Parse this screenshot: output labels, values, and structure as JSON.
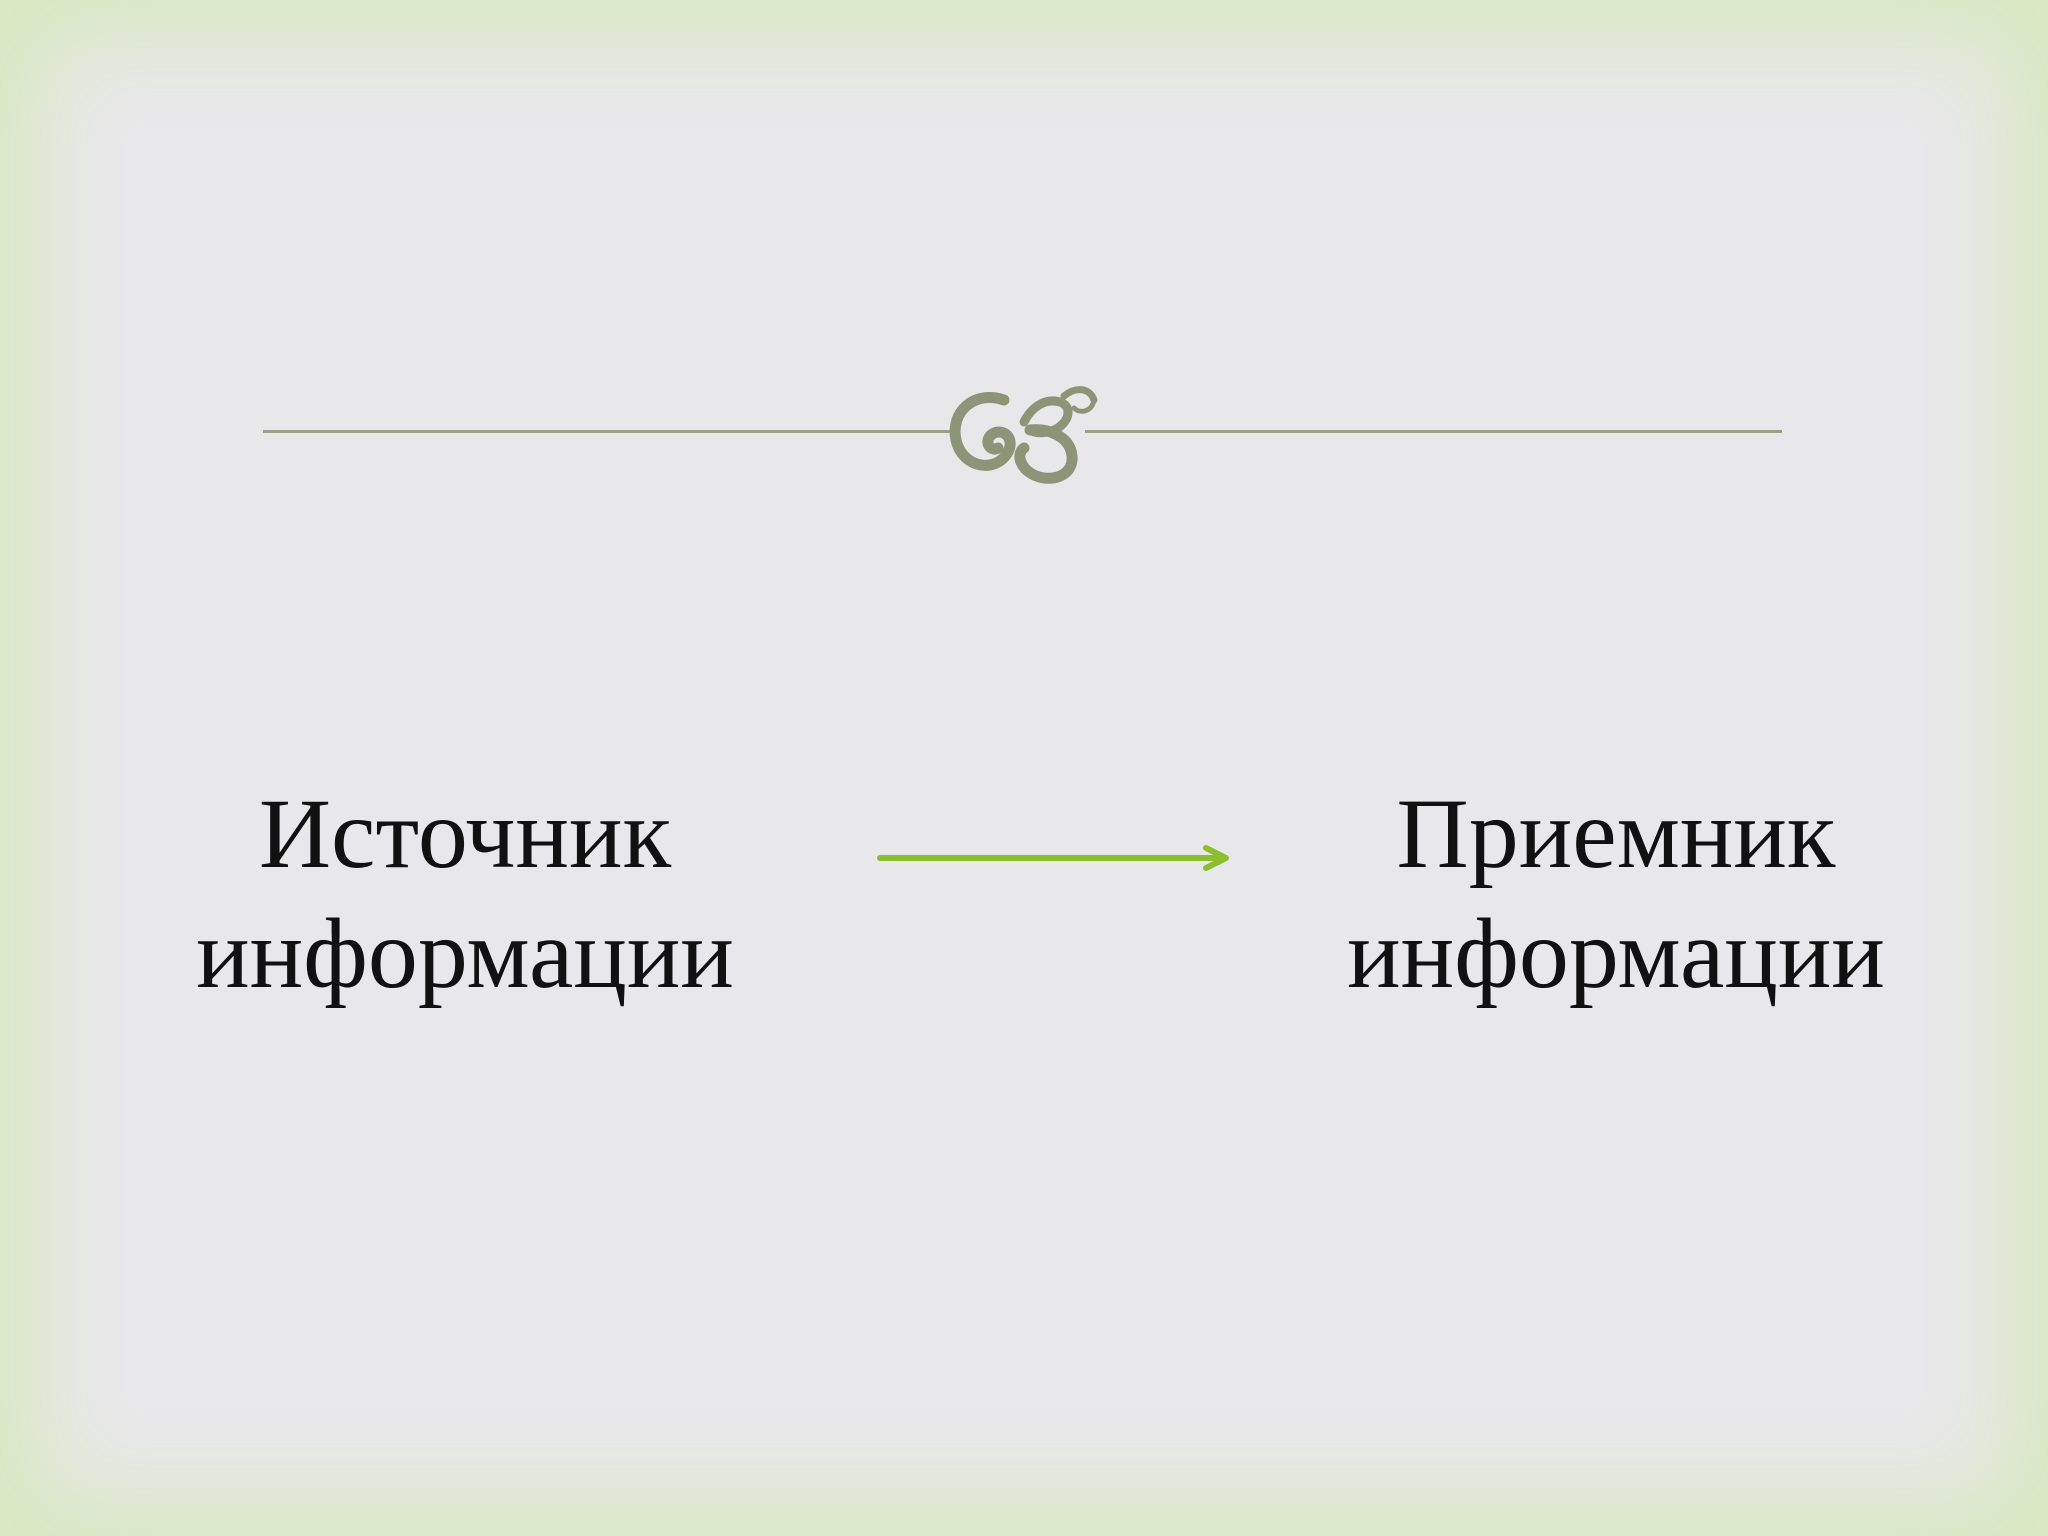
{
  "source": {
    "line1": "Источник",
    "line2": "информации"
  },
  "receiver": {
    "line1": "Приемник",
    "line2": "информации"
  },
  "colors": {
    "background": "#e8e7ea",
    "frame": "#d8e9c0",
    "divider": "#9aa08a",
    "ornament": "#8e9478",
    "arrow": "#8cbf2e",
    "text": "#111111"
  },
  "icons": {
    "ornament": "ornament-flourish-icon",
    "arrow": "right-arrow-icon"
  }
}
